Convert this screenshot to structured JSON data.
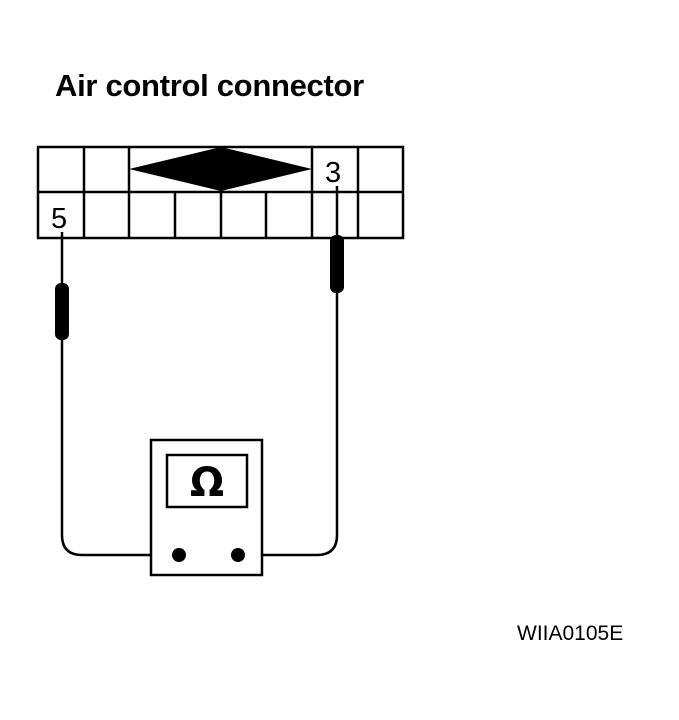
{
  "diagram": {
    "title": "Air control connector",
    "pins": {
      "upper": "3",
      "lower": "5"
    },
    "meter_symbol": "Ω",
    "figure_id": "WIIA0105E"
  }
}
